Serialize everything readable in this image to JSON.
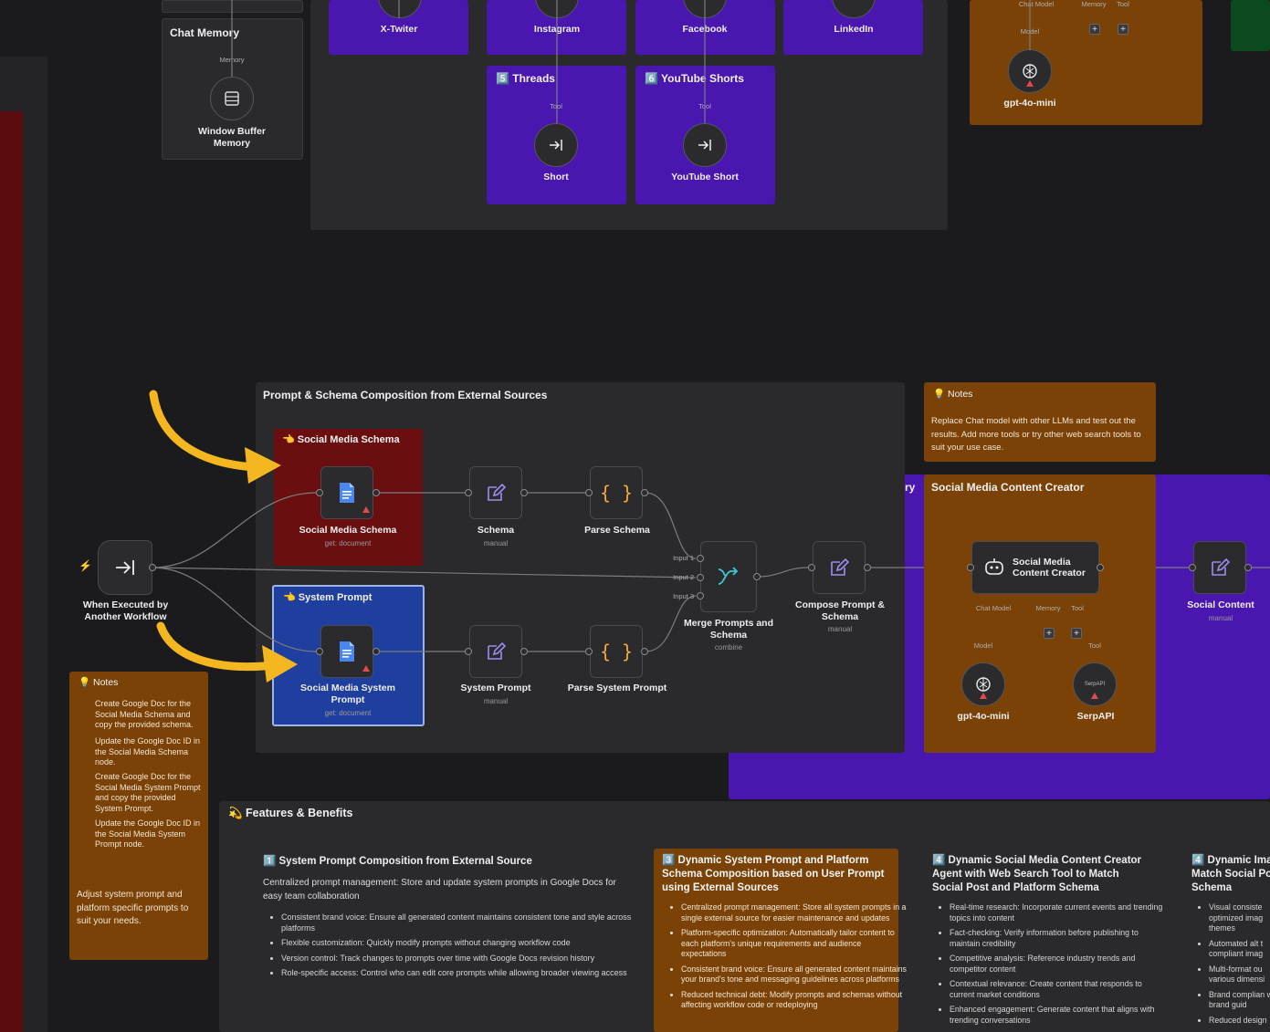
{
  "colors": {
    "canvas": "#1b1b1d",
    "purple": "#4a16b0",
    "orange": "#7a4207",
    "red": "#6a0e10",
    "blue": "#1f3f9e",
    "darkgroup": "#2a2a2c",
    "arrow": "#f5b71f"
  },
  "top": {
    "chat_memory": {
      "title": "Chat Memory",
      "port": "Memory",
      "node": "Window Buffer Memory"
    },
    "platforms_row1": [
      "X-Twiter",
      "Instagram",
      "Facebook",
      "LinkedIn"
    ],
    "threads": {
      "title": "5️⃣ Threads",
      "port": "Tool",
      "node": "Short"
    },
    "youtube": {
      "title": "6️⃣ YouTube Shorts",
      "port": "Tool",
      "node": "YouTube Short"
    },
    "agent_top": {
      "ports": [
        "Chat Model",
        "Memory",
        "Tool"
      ],
      "port2": "Model",
      "node": "gpt-4o-mini"
    }
  },
  "main_group": {
    "title": "Prompt & Schema Composition from External Sources"
  },
  "schema_group": {
    "title": "👈 Social Media Schema",
    "node": "Social Media Schema",
    "sub": "get: document"
  },
  "prompt_group": {
    "title": "👈 System Prompt",
    "node": "Social Media System Prompt",
    "sub": "get: document"
  },
  "nodes": {
    "trigger": "When Executed by Another Workflow",
    "schema": {
      "label": "Schema",
      "sub": "manual"
    },
    "parse_schema": {
      "label": "Parse Schema"
    },
    "system_prompt": {
      "label": "System Prompt",
      "sub": "manual"
    },
    "parse_system_prompt": {
      "label": "Parse System Prompt"
    },
    "merge": {
      "label": "Merge Prompts and Schema",
      "sub": "combine",
      "inputs": [
        "Input 1",
        "Input 2",
        "Input 3"
      ]
    },
    "compose": {
      "label": "Compose Prompt & Schema",
      "sub": "manual"
    },
    "social_content": {
      "label": "Social Content",
      "sub": "manual"
    }
  },
  "notes_right": {
    "title": "💡 Notes",
    "text": "Replace Chat model with other LLMs and test out the results. Add more tools or try other web search tools to suit your use case."
  },
  "creator": {
    "title": "Social Media Content Creator",
    "agent": "Social Media Content Creator",
    "ports": [
      "Chat Model",
      "Memory",
      "Tool"
    ],
    "sub_ports": [
      "Model",
      "Tool"
    ],
    "model": "gpt-4o-mini",
    "tool": "SerpAPI",
    "tool_badge": "SerpAPI",
    "partial": "ry"
  },
  "notes_left": {
    "title": "💡 Notes",
    "items": [
      "Create Google Doc for the Social Media Schema and copy the provided schema.",
      "Update the Google Doc ID in the Social Media Schema node.",
      "Create Google Doc for the Social Media System Prompt and copy the provided System Prompt.",
      "Update the Google Doc ID in the Social Media System Prompt node."
    ],
    "footer": "Adjust system prompt and platform specific prompts to suit your needs."
  },
  "features": {
    "title": "💫 Features & Benefits",
    "card1": {
      "title": "1️⃣ System Prompt Composition from External Source",
      "intro": "Centralized prompt management: Store and update system prompts in Google Docs for easy team collaboration",
      "items": [
        "Consistent brand voice: Ensure all generated content maintains consistent tone and style across platforms",
        "Flexible customization: Quickly modify prompts without changing workflow code",
        "Version control: Track changes to prompts over time with Google Docs revision history",
        "Role-specific access: Control who can edit core prompts while allowing broader viewing access"
      ]
    },
    "card2": {
      "title": "3️⃣ Dynamic System Prompt and Platform Schema Composition based on User Prompt using External Sources",
      "items": [
        "Centralized prompt management: Store all system prompts in a single external source for easier maintenance and updates",
        "Platform-specific optimization: Automatically tailor content to each platform's unique requirements and audience expectations",
        "Consistent brand voice: Ensure all generated content maintains your brand's tone and messaging guidelines across platforms",
        "Reduced technical debt: Modify prompts and schemas without affecting workflow code or redeploying"
      ]
    },
    "card3": {
      "title": "4️⃣ Dynamic Social Media Content Creator Agent with Web Search Tool to Match Social Post and Platform Schema",
      "items": [
        "Real-time research: Incorporate current events and trending topics into content",
        "Fact-checking: Verify information before publishing to maintain credibility",
        "Competitive analysis: Reference industry trends and competitor content",
        "Contextual relevance: Create content that responds to current market conditions",
        "Enhanced engagement: Generate content that aligns with trending conversations"
      ]
    },
    "card4": {
      "title": "4️⃣ Dynamic Ima Match Social Po Schema",
      "items": [
        "Visual consiste optimized imag themes",
        "Automated alt t compliant imag",
        "Multi-format ou various dimensi",
        "Brand complian with brand guid",
        "Reduced design"
      ]
    }
  }
}
